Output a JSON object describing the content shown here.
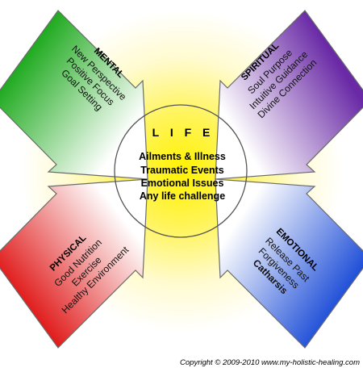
{
  "center": {
    "title": "L I F E",
    "lines": [
      "Ailments & Illness",
      "Traumatic Events",
      "Emotional Issues",
      "Any life challenge"
    ]
  },
  "mental": {
    "title": "MENTAL",
    "lines": [
      "New Perspective",
      "Positive Focus",
      "Goal Setting"
    ],
    "color": "#1faa1f"
  },
  "spiritual": {
    "title": "SPIRITUAL",
    "lines": [
      "Soul Purpose",
      "Intuitive Guidance",
      "Divine Connection"
    ],
    "color": "#6a2aa6"
  },
  "physical": {
    "title": "PHYSICAL",
    "lines": [
      "Good Nutrition",
      "Exercise",
      "Healthy Environment"
    ],
    "color": "#e01818"
  },
  "emotional": {
    "title": "EMOTIONAL",
    "lines": [
      "Release Past",
      "Forgiveness",
      "Catharsis"
    ],
    "color": "#1f4fd8"
  },
  "copyright": "Copyright © 2009-2010 www.my-holistic-healing.com"
}
